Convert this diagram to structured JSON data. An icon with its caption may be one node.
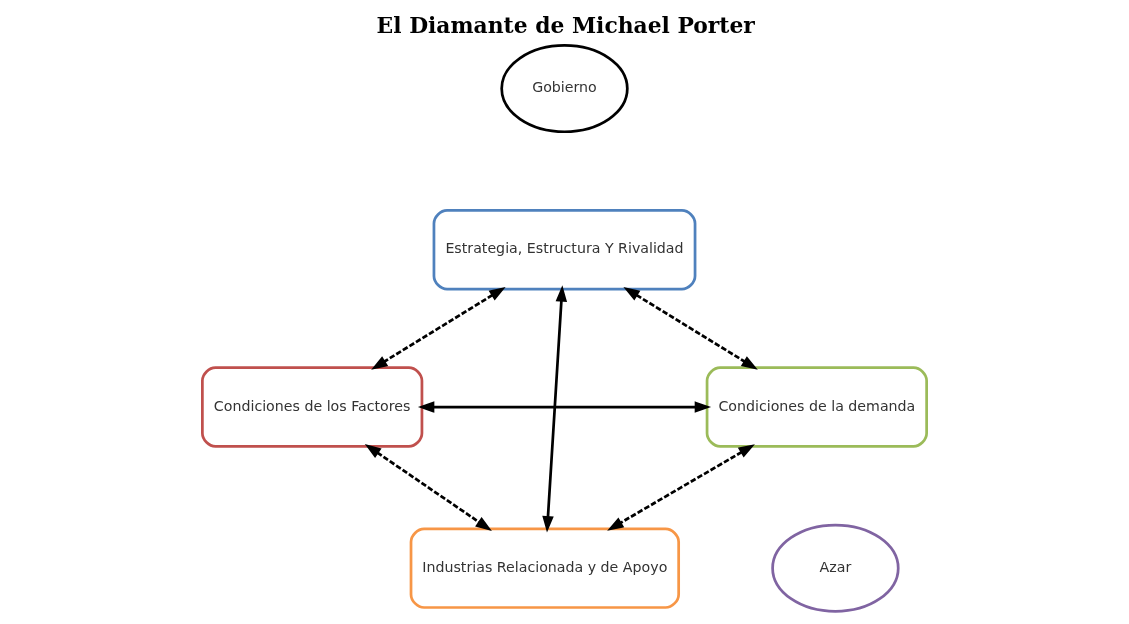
{
  "diagram": {
    "title": "El Diamante de Michael Porter",
    "nodes": [
      {
        "text": [
          "Gobierno"
        ]
      },
      {
        "text": [
          "Estrategia, Estructura Y Rivalidad"
        ]
      },
      {
        "text": [
          "Condiciones de los Factores"
        ]
      },
      {
        "text": [
          "Condiciones de la demanda"
        ]
      },
      {
        "text": [
          "Industrias Relacionada y de Apoyo"
        ]
      },
      {
        "text": [
          "Azar"
        ]
      }
    ],
    "edges": [
      {
        "from": 1,
        "to": 2,
        "arrow": "both",
        "style": "dashed"
      },
      {
        "from": 1,
        "to": 3,
        "arrow": "both",
        "style": "dashed"
      },
      {
        "from": 2,
        "to": 4,
        "arrow": "both",
        "style": "dashed"
      },
      {
        "from": 3,
        "to": 4,
        "arrow": "both",
        "style": "dashed"
      },
      {
        "from": 1,
        "to": 4,
        "arrow": "both"
      },
      {
        "from": 2,
        "to": 3,
        "arrow": "both"
      }
    ]
  }
}
